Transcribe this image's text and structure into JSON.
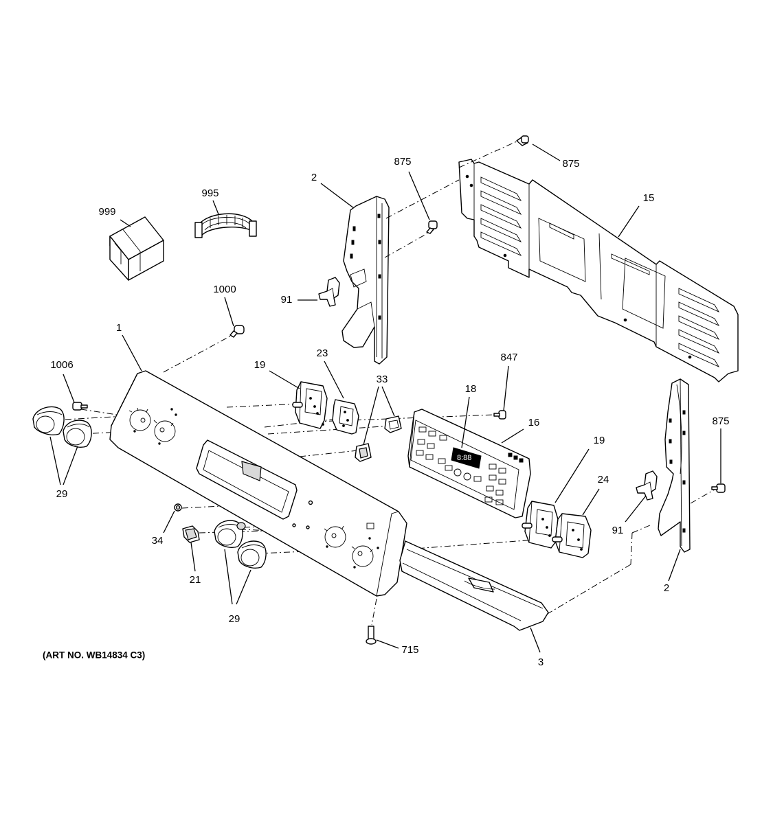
{
  "art_number": "(ART NO. WB14834 C3)",
  "callouts": {
    "c999": "999",
    "c995": "995",
    "c2_top": "2",
    "c875_mid": "875",
    "c875_topright": "875",
    "c15": "15",
    "c91_left": "91",
    "c1000": "1000",
    "c1": "1",
    "c1006": "1006",
    "c19_left": "19",
    "c23": "23",
    "c33": "33",
    "c847": "847",
    "c18": "18",
    "c16": "16",
    "c875_right": "875",
    "c19_right": "19",
    "c24": "24",
    "c91_right": "91",
    "c29_left": "29",
    "c34": "34",
    "c21": "21",
    "c29_bottom": "29",
    "c715": "715",
    "c3": "3",
    "c2_right": "2"
  }
}
